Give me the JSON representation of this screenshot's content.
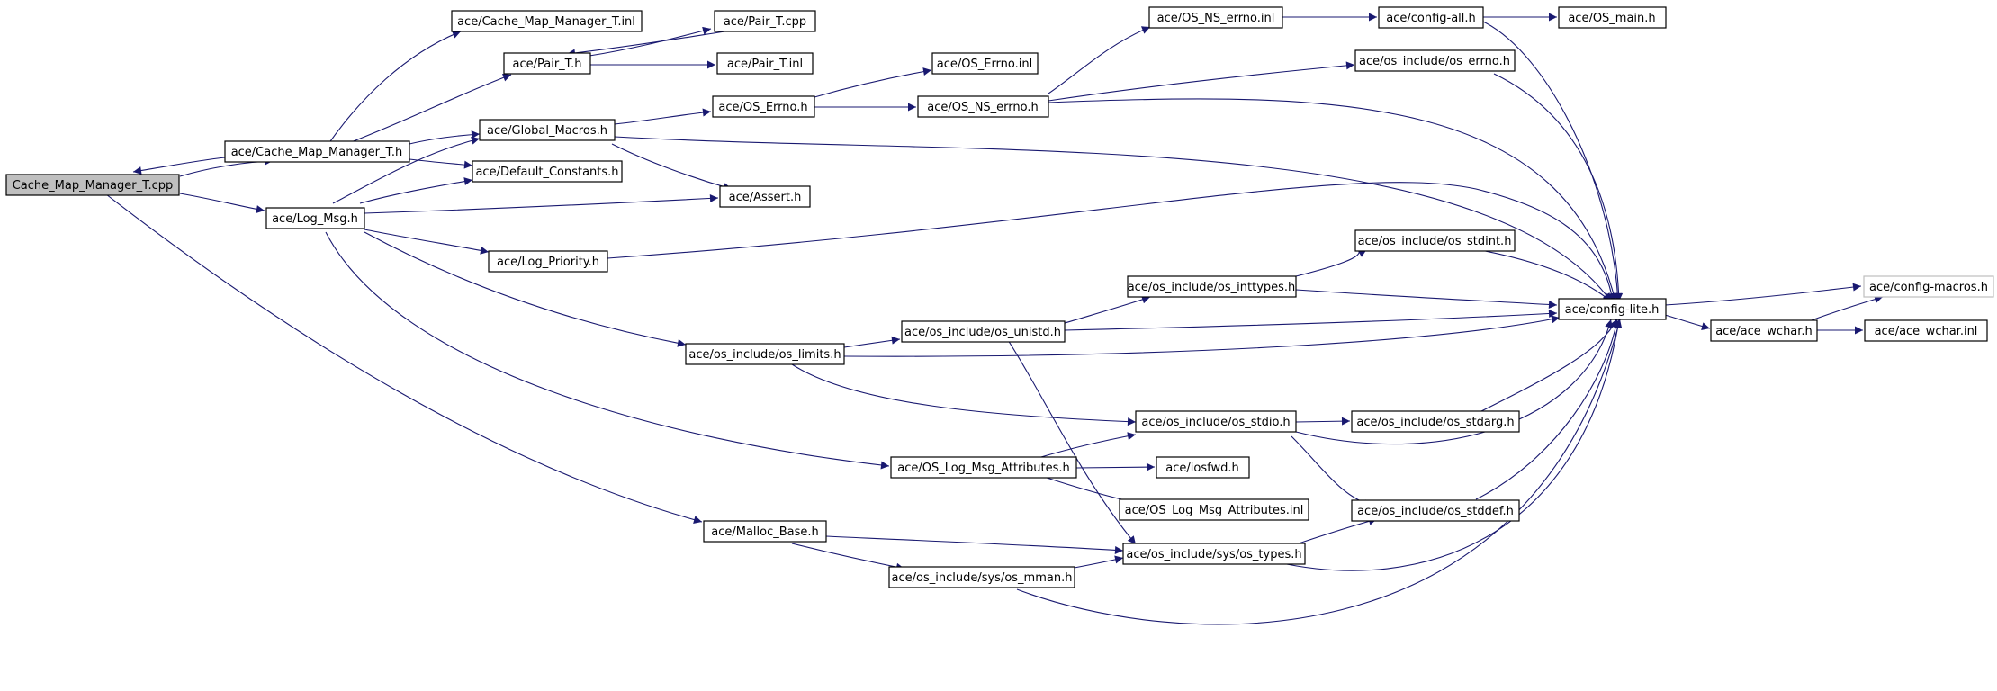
{
  "graph": {
    "edge_color": "#191970",
    "root_fill": "#bfbfbf",
    "nodes": [
      {
        "id": "n0",
        "label": "Cache_Map_Manager_T.cpp",
        "root": true
      },
      {
        "id": "n1",
        "label": "ace/Cache_Map_Manager_T.h"
      },
      {
        "id": "n2",
        "label": "ace/Cache_Map_Manager_T.inl"
      },
      {
        "id": "n3",
        "label": "ace/Pair_T.h"
      },
      {
        "id": "n4",
        "label": "ace/Pair_T.cpp"
      },
      {
        "id": "n5",
        "label": "ace/Pair_T.inl"
      },
      {
        "id": "n6",
        "label": "ace/Global_Macros.h"
      },
      {
        "id": "n7",
        "label": "ace/Default_Constants.h"
      },
      {
        "id": "n8",
        "label": "ace/Log_Msg.h"
      },
      {
        "id": "n9",
        "label": "ace/Assert.h"
      },
      {
        "id": "n10",
        "label": "ace/Log_Priority.h"
      },
      {
        "id": "n11",
        "label": "ace/OS_Errno.h"
      },
      {
        "id": "n12",
        "label": "ace/OS_Errno.inl"
      },
      {
        "id": "n13",
        "label": "ace/OS_NS_errno.h"
      },
      {
        "id": "n14",
        "label": "ace/OS_NS_errno.inl"
      },
      {
        "id": "n15",
        "label": "ace/config-all.h"
      },
      {
        "id": "n16",
        "label": "ace/OS_main.h"
      },
      {
        "id": "n17",
        "label": "ace/os_include/os_errno.h"
      },
      {
        "id": "n18",
        "label": "ace/config-lite.h"
      },
      {
        "id": "n19",
        "label": "ace/config-macros.h",
        "missing": true
      },
      {
        "id": "n20",
        "label": "ace/ace_wchar.h"
      },
      {
        "id": "n21",
        "label": "ace/ace_wchar.inl"
      },
      {
        "id": "n22",
        "label": "ace/os_include/os_stdint.h"
      },
      {
        "id": "n23",
        "label": "ace/os_include/os_inttypes.h"
      },
      {
        "id": "n24",
        "label": "ace/os_include/os_unistd.h"
      },
      {
        "id": "n25",
        "label": "ace/os_include/os_limits.h"
      },
      {
        "id": "n26",
        "label": "ace/os_include/os_stdio.h"
      },
      {
        "id": "n27",
        "label": "ace/os_include/os_stdarg.h"
      },
      {
        "id": "n28",
        "label": "ace/OS_Log_Msg_Attributes.h"
      },
      {
        "id": "n29",
        "label": "ace/iosfwd.h"
      },
      {
        "id": "n30",
        "label": "ace/OS_Log_Msg_Attributes.inl"
      },
      {
        "id": "n31",
        "label": "ace/os_include/os_stddef.h"
      },
      {
        "id": "n32",
        "label": "ace/Malloc_Base.h"
      },
      {
        "id": "n33",
        "label": "ace/os_include/sys/os_types.h"
      },
      {
        "id": "n34",
        "label": "ace/os_include/sys/os_mman.h"
      }
    ]
  }
}
